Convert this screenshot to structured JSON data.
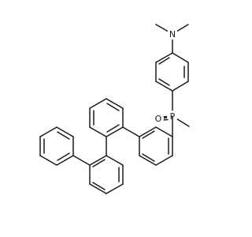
{
  "atoms": {
    "n": "N",
    "p": "P",
    "o": "O"
  }
}
